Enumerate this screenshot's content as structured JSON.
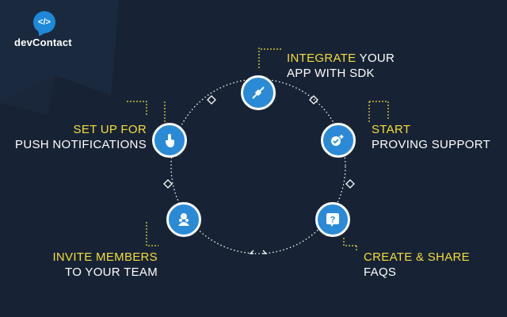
{
  "brand": {
    "name": "devContact",
    "mark": "</>"
  },
  "colors": {
    "background": "#172335",
    "accent": "#f4de3a",
    "node": "#2b8ad6",
    "line": "#ffffff"
  },
  "steps": [
    {
      "highlight": "INTEGRATE",
      "rest_first": " YOUR",
      "rest_second": "APP WITH SDK",
      "icon": "plug-icon"
    },
    {
      "highlight": "START",
      "rest_second": "PROVING SUPPORT",
      "icon": "support-check-icon"
    },
    {
      "highlight": "CREATE & SHARE",
      "rest_second": "FAQS",
      "icon": "question-icon"
    },
    {
      "highlight": "INVITE MEMBERS",
      "rest_second": "TO YOUR TEAM",
      "icon": "team-icon"
    },
    {
      "highlight": "SET UP FOR",
      "rest_second": "PUSH NOTIFICATIONS",
      "icon": "tap-icon"
    }
  ],
  "connector_glyphs": {
    "diamond": "<>"
  }
}
